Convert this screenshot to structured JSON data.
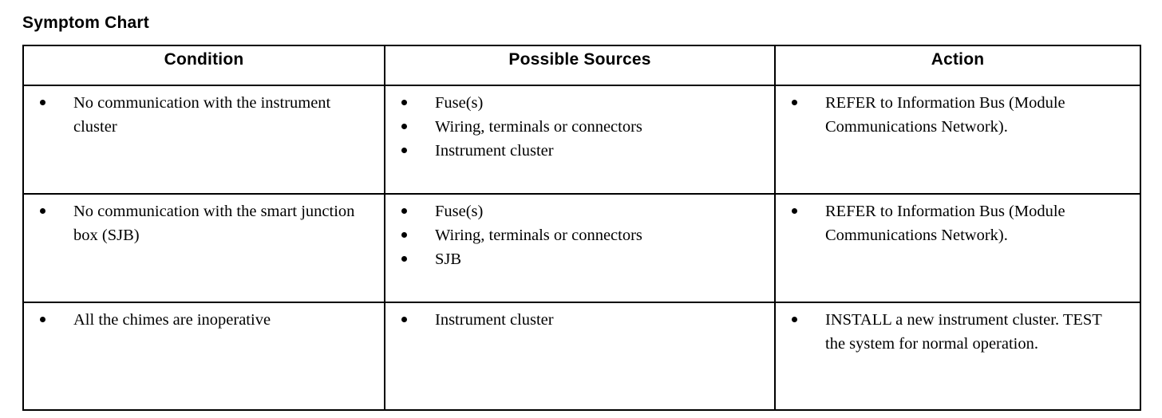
{
  "document": {
    "title": "Symptom Chart"
  },
  "table": {
    "headers": [
      "Condition",
      "Possible Sources",
      "Action"
    ],
    "rows": [
      {
        "condition": [
          "No communication with the instrument cluster"
        ],
        "possible_sources": [
          "Fuse(s)",
          "Wiring, terminals or connectors",
          "Instrument cluster"
        ],
        "action": [
          "REFER to Information Bus (Module Communications Network)."
        ]
      },
      {
        "condition": [
          "No communication with the smart junction box (SJB)"
        ],
        "possible_sources": [
          "Fuse(s)",
          "Wiring, terminals or connectors",
          "SJB"
        ],
        "action": [
          "REFER to Information Bus (Module Communications Network)."
        ]
      },
      {
        "condition": [
          "All the chimes are inoperative"
        ],
        "possible_sources": [
          "Instrument cluster"
        ],
        "action": [
          "INSTALL a new instrument cluster. TEST the system for normal operation."
        ]
      }
    ]
  },
  "colors": {
    "text": "#000000",
    "background": "#ffffff",
    "border": "#000000"
  }
}
